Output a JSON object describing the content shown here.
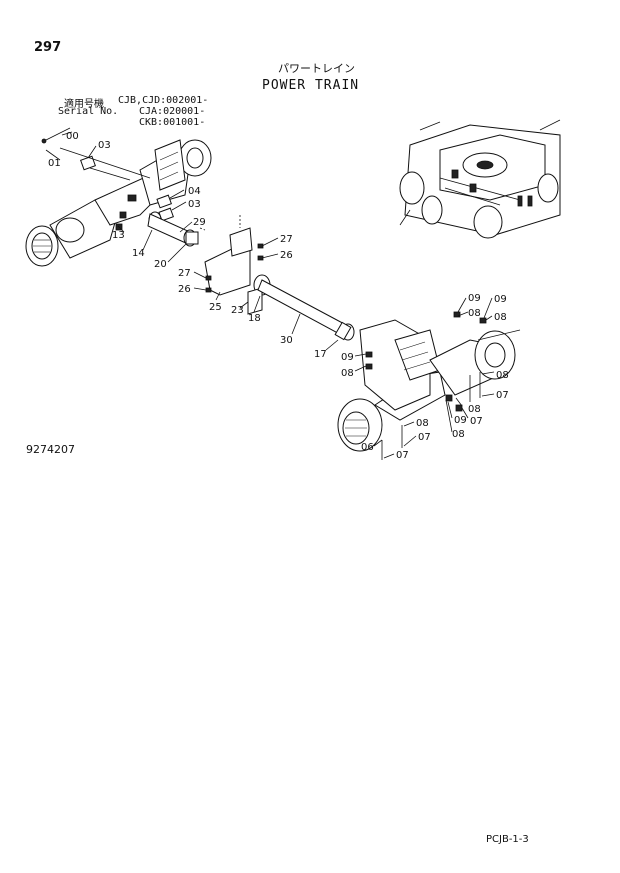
{
  "page_number": "297",
  "title_jp": "パワートレイン",
  "title_en": "POWER TRAIN",
  "serial": {
    "label_jp": "適用号機",
    "label_en": "Serial No.",
    "values": [
      "CJB,CJD:002001-",
      "CJA:020001-",
      "CKB:001001-"
    ]
  },
  "diagram_code": "9274207",
  "footer_ref": "PCJB-1-3",
  "part_labels": [
    "00",
    "01",
    "03",
    "04",
    "03",
    "13",
    "14",
    "29",
    "20",
    "27",
    "26",
    "25",
    "27",
    "26",
    "23",
    "18",
    "30",
    "17",
    "09",
    "08",
    "09",
    "09",
    "08",
    "08",
    "08",
    "07",
    "09",
    "08",
    "07",
    "08",
    "08",
    "07",
    "06",
    "07"
  ]
}
